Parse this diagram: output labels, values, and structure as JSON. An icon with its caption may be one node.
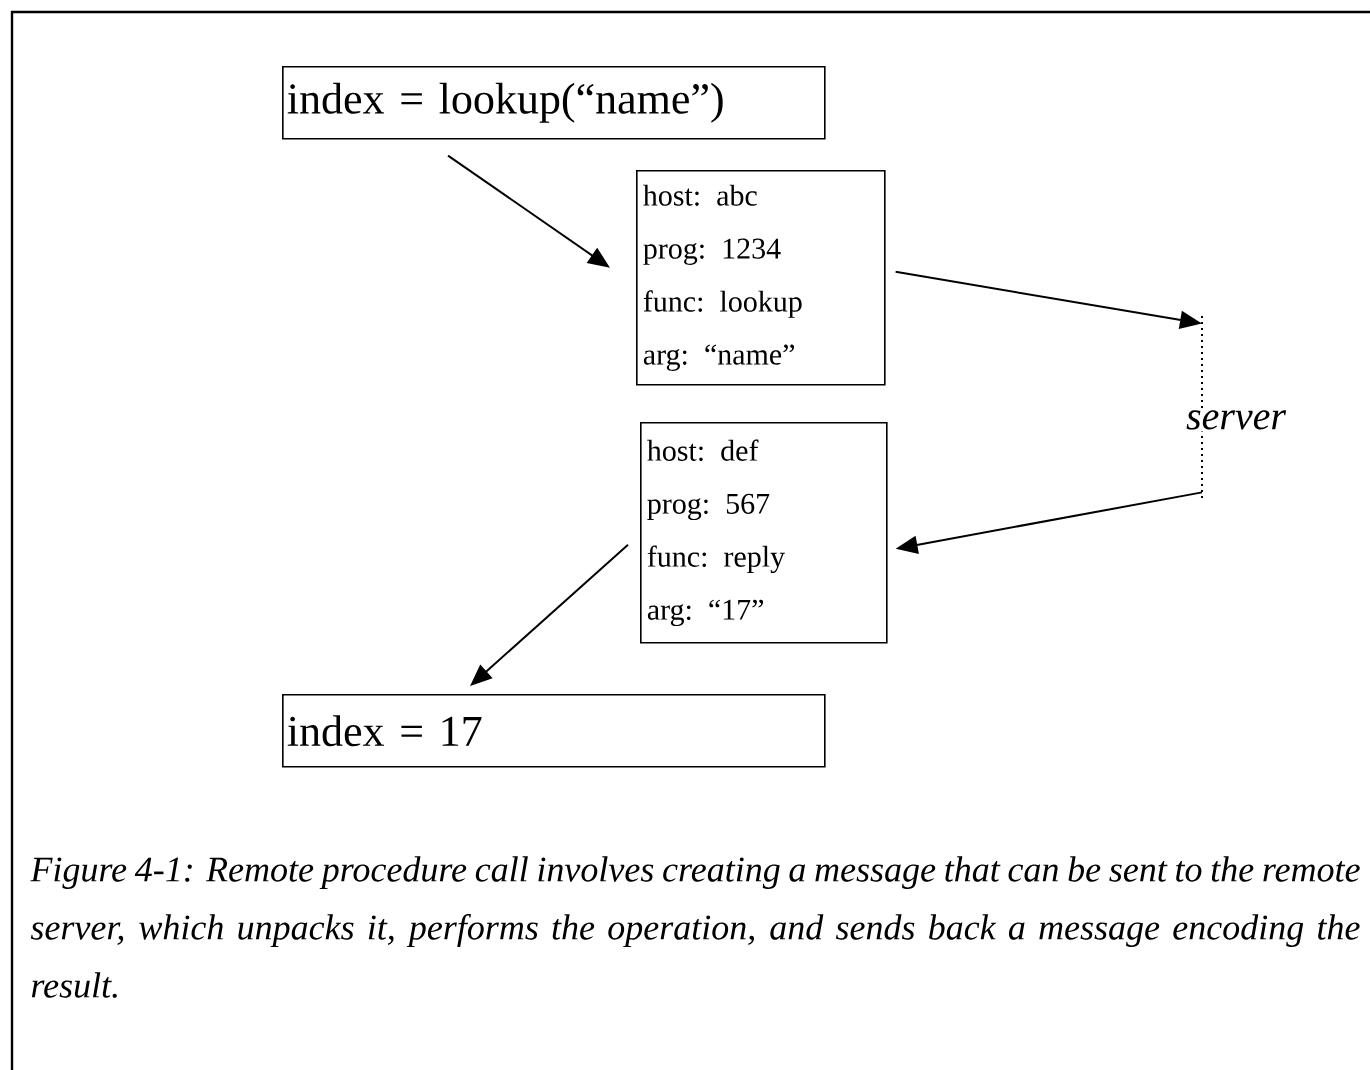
{
  "diagram": {
    "caption": "Figure 4-1: Remote procedure call involves creating a message that can be sent to the remote server, which unpacks it, performs the operation, and sends back a message encoding the result.",
    "nodes": [
      {
        "text": [
          "index = lookup(“name”)"
        ]
      },
      {
        "text": [
          "host: abc",
          "prog: 1234",
          "func: lookup",
          "arg: “name”"
        ]
      },
      {
        "text": [
          "server"
        ]
      },
      {
        "text": [
          "host: def",
          "prog: 567",
          "func: reply",
          "arg: “17”"
        ]
      },
      {
        "text": [
          "index = 17"
        ]
      }
    ],
    "edges": [
      {
        "from": 0,
        "to": 1,
        "arrow": "to"
      },
      {
        "from": 1,
        "to": 2,
        "arrow": "to"
      },
      {
        "from": 2,
        "to": 3,
        "arrow": "to"
      },
      {
        "from": 3,
        "to": 4,
        "arrow": "to"
      }
    ]
  }
}
